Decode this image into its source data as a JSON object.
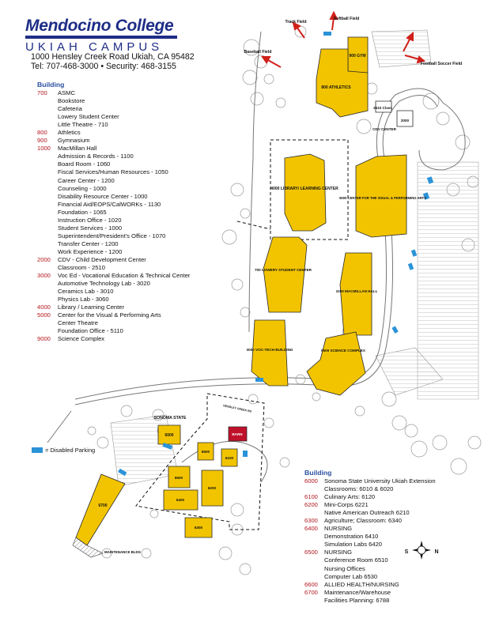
{
  "header": {
    "college": "Mendocino College",
    "campus": "UKIAH CAMPUS",
    "address": "1000 Hensley Creek Road Ukiah, CA 95482",
    "phone": "Tel: 707-468-3000 • Security: 468-3155"
  },
  "colors": {
    "building": "#f2c400",
    "highlight": "#c0102a",
    "parking": "#2b93d8",
    "heading": "#2a4fa0",
    "code": "#b2161e",
    "brand": "#1e2d86"
  },
  "legend_left": {
    "title": "Building",
    "rows": [
      {
        "code": "700",
        "name": "ASMC"
      },
      {
        "code": "",
        "name": "Bookstore"
      },
      {
        "code": "",
        "name": "Cafeteria"
      },
      {
        "code": "",
        "name": "Lowery Student Center"
      },
      {
        "code": "",
        "name": "Little Theatre - 710"
      },
      {
        "code": "800",
        "name": "Athletics"
      },
      {
        "code": "900",
        "name": "Gymnasium"
      },
      {
        "code": "1000",
        "name": "MacMillan Hall"
      },
      {
        "code": "",
        "name": "Admission & Records - 1100"
      },
      {
        "code": "",
        "name": "Board Room - 1060"
      },
      {
        "code": "",
        "name": "Fiscal Services/Human Resources - 1050"
      },
      {
        "code": "",
        "name": "Career Center - 1200"
      },
      {
        "code": "",
        "name": "Counseling - 1000"
      },
      {
        "code": "",
        "name": "Disability Resource Center - 1000"
      },
      {
        "code": "",
        "name": "Financial Aid/EOPS/CalWORKs - 1130"
      },
      {
        "code": "",
        "name": "Foundation - 1065"
      },
      {
        "code": "",
        "name": "Instruction Office - 1020"
      },
      {
        "code": "",
        "name": "Student Services - 1000"
      },
      {
        "code": "",
        "name": "Superintendent/President's Office - 1070"
      },
      {
        "code": "",
        "name": "Transfer Center - 1200"
      },
      {
        "code": "",
        "name": "Work Experience - 1200"
      },
      {
        "code": "2000",
        "name": "CDV - Child Development Center"
      },
      {
        "code": "",
        "name": "Classroom - 2510"
      },
      {
        "code": "3000",
        "name": "Voc Ed - Vocational Education & Technical Center"
      },
      {
        "code": "",
        "name": "Automotive Technology Lab - 3020"
      },
      {
        "code": "",
        "name": "Ceramics Lab - 3010"
      },
      {
        "code": "",
        "name": "Physics Lab - 3060"
      },
      {
        "code": "4000",
        "name": "Library / Learning Center"
      },
      {
        "code": "5000",
        "name": "Center for the Visual & Performing Arts"
      },
      {
        "code": "",
        "name": "Center Theatre"
      },
      {
        "code": "",
        "name": "Foundation Office - 5110"
      },
      {
        "code": "9000",
        "name": "Science Complex"
      }
    ]
  },
  "legend_right": {
    "title": "Building",
    "rows": [
      {
        "code": "6000",
        "name": "Sonoma State University Ukiah Extension"
      },
      {
        "code": "",
        "name": "Classrooms: 6010 & 6020"
      },
      {
        "code": "6100",
        "name": "Culinary Arts: 6120"
      },
      {
        "code": "6200",
        "name": "Mini-Corps 6221"
      },
      {
        "code": "",
        "name": "Native American Outreach 6210"
      },
      {
        "code": "6300",
        "name": "Agriculture; Classroom: 6340"
      },
      {
        "code": "6400",
        "name": "NURSING"
      },
      {
        "code": "",
        "name": "Demonstration 6410"
      },
      {
        "code": "",
        "name": "Simulation Labs 6420"
      },
      {
        "code": "6500",
        "name": "NURSING"
      },
      {
        "code": "",
        "name": "Conference Room 6510"
      },
      {
        "code": "",
        "name": "Nursing Offices"
      },
      {
        "code": "",
        "name": "Computer Lab 6530"
      },
      {
        "code": "6600",
        "name": "ALLIED HEALTH/NURSING"
      },
      {
        "code": "6700",
        "name": "Maintenance/Warehouse"
      },
      {
        "code": "",
        "name": "Facilities Planning: 6788"
      }
    ]
  },
  "disabled_parking": "= Disabled Parking",
  "map": {
    "field_labels": {
      "track": "Track Field",
      "softball": "Softball Field",
      "baseball": "Baseball Field",
      "football": "Football Soccer Field"
    },
    "buildings": {
      "gym": "900 GYM",
      "athletics": "800 ATHLETICS",
      "b2510": "2510 Class",
      "b2000": "2000",
      "cdv": "CDV CENTER",
      "library": "4000 LIBRARY/ LEARNING CENTER",
      "arts": "5000 CENTER FOR THE VISUAL & PERFORMING ARTS",
      "lowery": "700 LOWERY STUDENT CENTER",
      "macmillan": "1000 MACMILLAN HALL",
      "voctech": "3000 VOC-TECH BUILDING",
      "science": "9000 SCIENCE COMPLEX",
      "sonoma_state": "SONOMA STATE",
      "b6000": "6000",
      "barn": "BARN",
      "b6600": "6600",
      "b6100": "6100",
      "b6500": "6500",
      "b6200": "6200",
      "b6400": "6400",
      "b6300": "6300",
      "b6700": "6700",
      "maint": "MAINTENANCE BLDG",
      "road": "HENSLEY CREEK RD"
    },
    "compass": {
      "n": "N",
      "s": "S"
    }
  }
}
